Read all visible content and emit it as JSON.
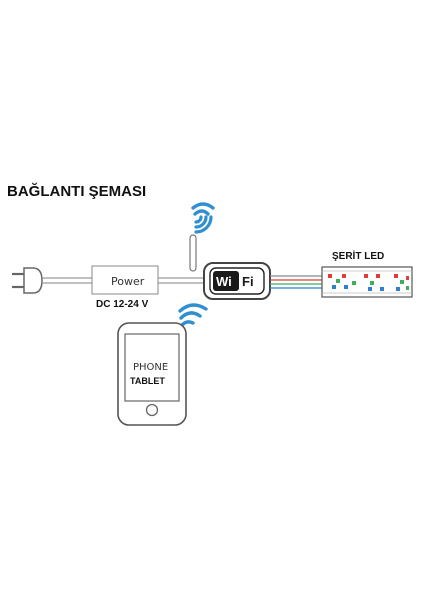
{
  "title": "BAĞLANTI ŞEMASI",
  "power_box": {
    "label": "Power",
    "voltage": "DC 12-24 V"
  },
  "controller": {
    "wi": "Wi",
    "fi": "Fi"
  },
  "strip": {
    "label": "ŞERİT LED"
  },
  "phone": {
    "line1": "PHONE",
    "line2": "TABLET"
  },
  "icons": {
    "plug": "power-plug-icon",
    "signal": "wifi-signal-icon",
    "antenna": "antenna-icon",
    "phone": "smartphone-icon",
    "led": "led-icon"
  },
  "colors": {
    "wifi_blue": "#2f8fd0",
    "line_gray": "#9a9a9a",
    "outline": "#555555",
    "led_red": "#d8413a",
    "led_green": "#3fae5a",
    "led_blue": "#2f7fd0"
  }
}
